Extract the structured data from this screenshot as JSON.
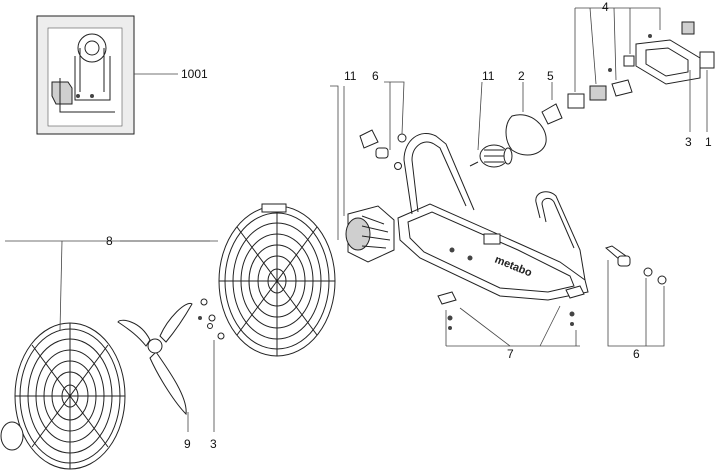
{
  "callouts": {
    "c1001": "1001",
    "c1": "1",
    "c2": "2",
    "c3_top": "3",
    "c3_bottom": "3",
    "c4": "4",
    "c5": "5",
    "c6_top": "6",
    "c6_bottom": "6",
    "c7": "7",
    "c8": "8",
    "c9": "9",
    "c11_left": "11",
    "c11_right": "11"
  },
  "brand_mark": "metabo"
}
